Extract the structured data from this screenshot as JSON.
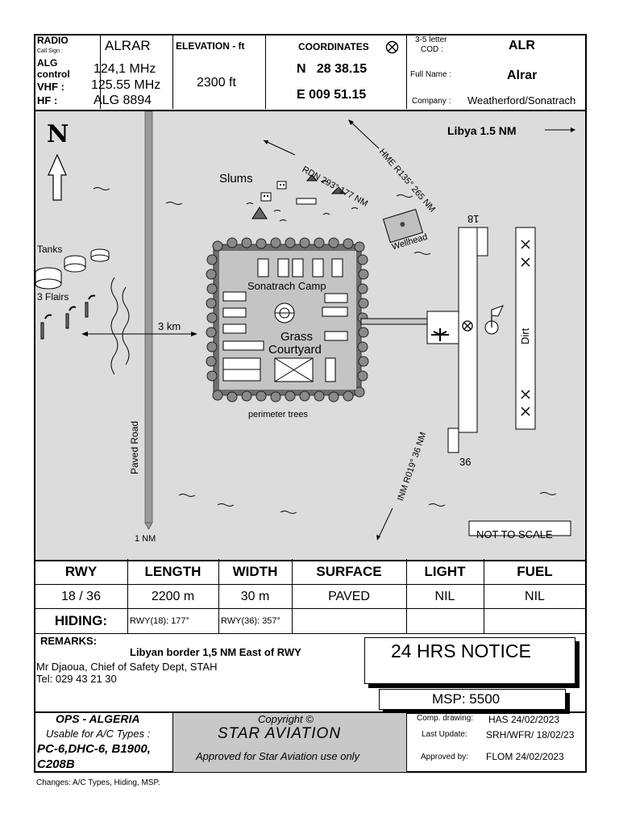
{
  "header": {
    "radio_label": "RADIO",
    "callsign_label": "Call Sign :",
    "callsign": "ALRAR",
    "alg_control_label_1": "ALG",
    "alg_control_label_2": "control",
    "alg_control_freq": "124,1 MHz",
    "vhf_label": "VHF :",
    "vhf_freq": "125.55 MHz",
    "hf_label": "HF :",
    "hf_value": "ALG 8894",
    "elevation_label": "ELEVATION - ft",
    "elevation_value": "2300 ft",
    "coordinates_label": "COORDINATES",
    "lat": "N   28 38.15",
    "lon": "E 009 51.15",
    "code_label_1": "3-5 letter",
    "code_label_2": "COD :",
    "code_value": "ALR",
    "fullname_label": "Full Name :",
    "fullname_value": "Alrar",
    "company_label": "Company :",
    "company_value": "Weatherford/Sonatrach"
  },
  "map": {
    "north": "N",
    "libya": "Libya 1.5 NM",
    "slums": "Slums",
    "rdn": "RDN 293°  177 NM",
    "hme": "HME R135°  265 NM",
    "tanks": "Tanks",
    "flairs": "3 Flairs",
    "camp": "Sonatrach Camp",
    "grass": "Grass",
    "courtyard": "Courtyard",
    "dist": "3 km",
    "wellhead": "Wellhead",
    "rwy_top": "18",
    "rwy_bottom": "36",
    "dirt": "Dirt",
    "perimeter": "perimeter trees",
    "paved_road": "Paved Road",
    "one_nm": "1 NM",
    "inm": "INM R019°  36 NM",
    "not_to_scale": "NOT TO SCALE"
  },
  "runway_table": {
    "headers": [
      "RWY",
      "LENGTH",
      "WIDTH",
      "SURFACE",
      "LIGHT",
      "FUEL"
    ],
    "row": [
      "18 / 36",
      "2200 m",
      "30 m",
      "PAVED",
      "NIL",
      "NIL"
    ],
    "hiding_label": "HIDING:",
    "hiding_18": "RWY(18): 177°",
    "hiding_36": "RWY(36): 357°"
  },
  "remarks": {
    "label": "REMARKS:",
    "line1": "Libyan border 1,5 NM East of RWY",
    "line2": "Mr Djaoua, Chief of Safety Dept, STAH",
    "line3": "Tel: 029 43 21 30",
    "notice": "24 HRS NOTICE",
    "msp": "MSP: 5500"
  },
  "footer": {
    "ops": "OPS - ALGERIA",
    "usable": "Usable for A/C Types :",
    "types_1": "PC-6,DHC-6, B1900,",
    "types_2": "C208B",
    "copyright": "Copyright ©",
    "company": "STAR AVIATION",
    "approved_text": "Approved for Star Aviation use only",
    "comp_label": "Comp. drawing:",
    "comp_value": "HAS 24/02/2023",
    "update_label": "Last Update:",
    "update_value": "SRH/WFR/ 18/02/23",
    "approved_label": "Approved by:",
    "approved_value": "FLOM 24/02/2023"
  },
  "changes": "Changes: A/C Types, Hiding, MSP.",
  "colors": {
    "map_bg": "#dcdcdc",
    "footer_gray": "#c8c8c8"
  }
}
